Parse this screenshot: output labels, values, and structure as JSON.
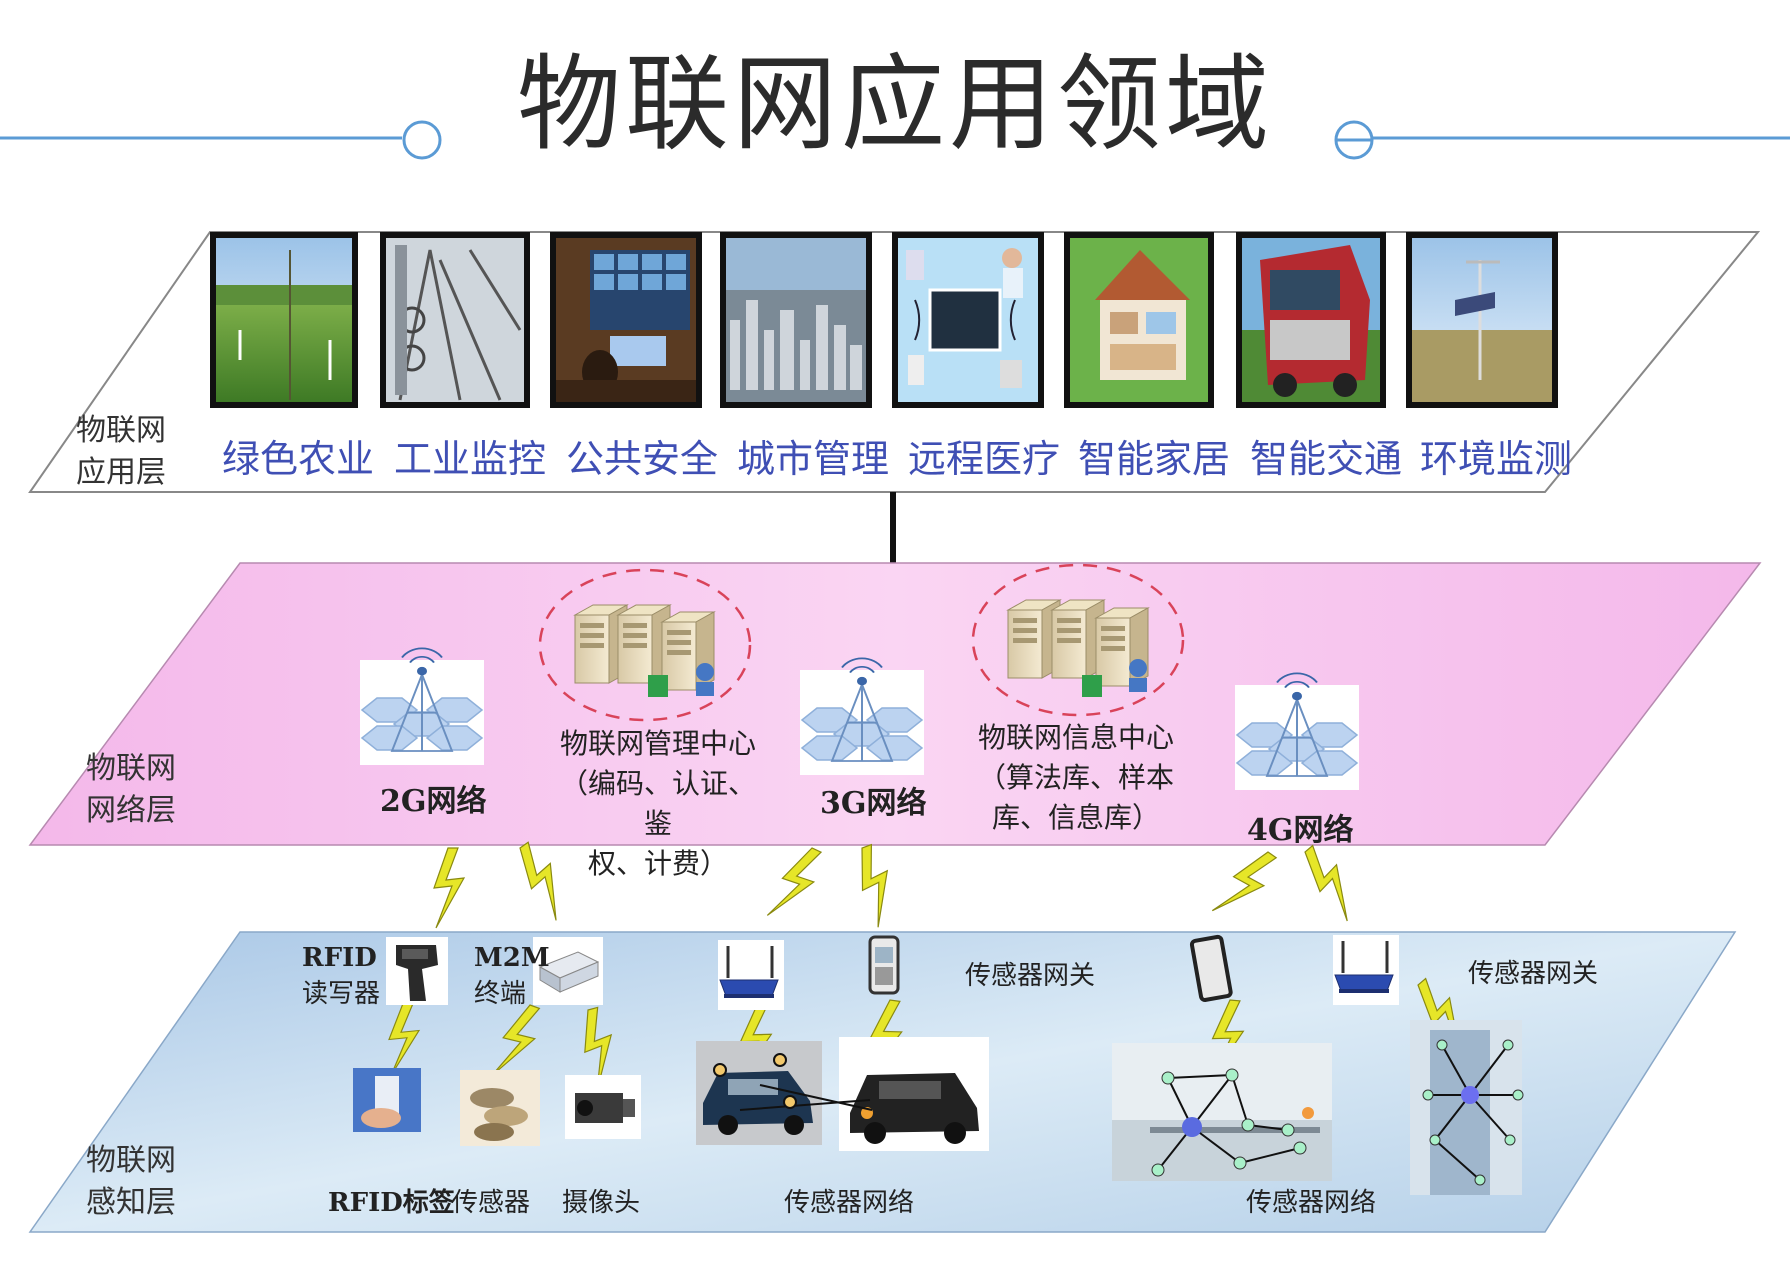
{
  "title": "物联网应用领域",
  "layers": {
    "application": {
      "name_line1": "物联网",
      "name_line2": "应用层"
    },
    "network": {
      "name_line1": "物联网",
      "name_line2": "网络层"
    },
    "perception": {
      "name_line1": "物联网",
      "name_line2": "感知层"
    }
  },
  "applications": [
    {
      "label": "绿色农业",
      "icon": "farm-photo"
    },
    {
      "label": "工业监控",
      "icon": "industrial-photo"
    },
    {
      "label": "公共安全",
      "icon": "control-room-photo"
    },
    {
      "label": "城市管理",
      "icon": "city-photo"
    },
    {
      "label": "远程医疗",
      "icon": "medical-photo"
    },
    {
      "label": "智能家居",
      "icon": "smart-home-photo"
    },
    {
      "label": "智能交通",
      "icon": "truck-photo"
    },
    {
      "label": "环境监测",
      "icon": "weather-station-photo"
    }
  ],
  "network": {
    "net_2g": "2G网络",
    "net_3g": "3G网络",
    "net_4g": "4G网络",
    "mgmt_center": {
      "line1": "物联网管理中心",
      "line2": "（编码、认证、鉴",
      "line3": "权、计费）"
    },
    "info_center": {
      "line1": "物联网信息中心",
      "line2": "（算法库、样本",
      "line3": "库、信息库）"
    }
  },
  "perception": {
    "rfid_reader": {
      "line1": "RFID",
      "line2": "读写器"
    },
    "m2m_terminal": {
      "line1": "M2M",
      "line2": "终端"
    },
    "rfid_tag": "RFID标签",
    "sensor": "传感器",
    "camera": "摄像头",
    "gateway_1": "传感器网关",
    "gateway_2": "传感器网关",
    "sensor_network_1": "传感器网络",
    "sensor_network_2": "传感器网络"
  },
  "colors": {
    "title_line": "#5b9bd5",
    "app_label": "#3f4fb4",
    "network_plane": "#f7c6ef",
    "perception_plane": "#b9d3ea",
    "lightning": "#e0e020"
  }
}
